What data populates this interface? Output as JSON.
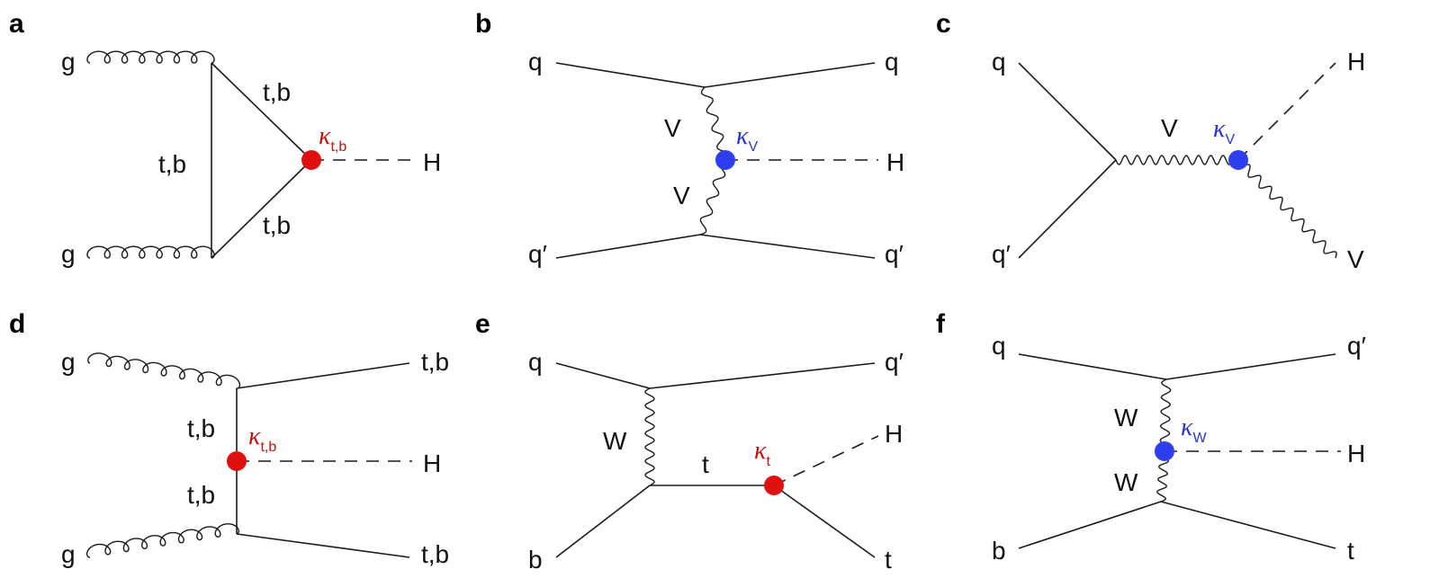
{
  "colors": {
    "line": "#1a1a1a",
    "red_vertex": "#e01010",
    "red_label": "#c01010",
    "blue_vertex": "#2f3ff0",
    "blue_label": "#2a35c8"
  },
  "coupling_symbol": "κ",
  "panels": {
    "a": {
      "letter": "a",
      "g_top": "g",
      "g_bottom": "g",
      "tb_upper": "t,b",
      "tb_middle": "t,b",
      "tb_lower": "t,b",
      "higgs": "H",
      "coupling_sub": "t,b"
    },
    "b": {
      "letter": "b",
      "q_in": "q",
      "qp_in": "q′",
      "q_out": "q",
      "qp_out": "q′",
      "v_upper": "V",
      "v_lower": "V",
      "higgs": "H",
      "coupling_sub": "V"
    },
    "c": {
      "letter": "c",
      "q_in": "q",
      "qp_in": "q′",
      "v_mid": "V",
      "higgs": "H",
      "v_out": "V",
      "coupling_sub": "V"
    },
    "d": {
      "letter": "d",
      "g_top": "g",
      "g_bottom": "g",
      "tb_out_top": "t,b",
      "tb_out_bottom": "t,b",
      "tb_upper": "t,b",
      "tb_lower": "t,b",
      "higgs": "H",
      "coupling_sub": "t,b"
    },
    "e": {
      "letter": "e",
      "q_in": "q",
      "b_in": "b",
      "qp_out": "q′",
      "w_label": "W",
      "t_mid": "t",
      "higgs": "H",
      "t_out": "t",
      "coupling_sub": "t"
    },
    "f": {
      "letter": "f",
      "q_in": "q",
      "b_in": "b",
      "qp_out": "q′",
      "w_upper": "W",
      "w_lower": "W",
      "higgs": "H",
      "t_out": "t",
      "coupling_sub": "W"
    }
  }
}
